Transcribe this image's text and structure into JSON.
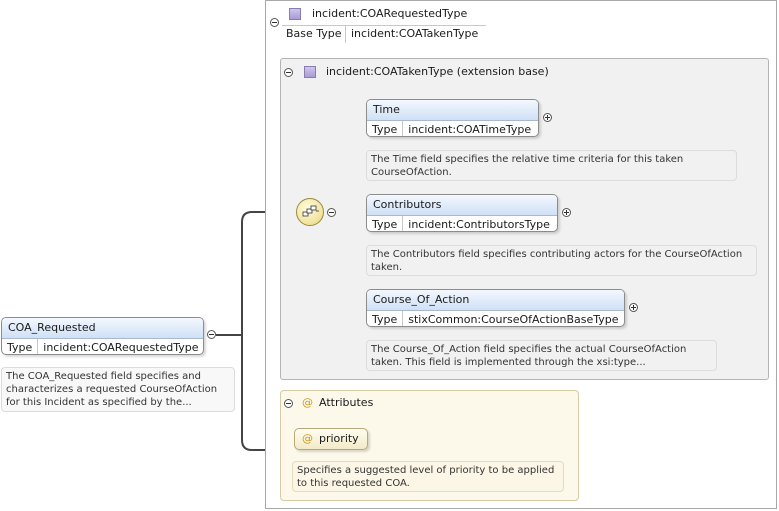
{
  "root_element": {
    "name": "COA_Requested",
    "type_key": "Type",
    "type_value": "incident:COARequestedType",
    "doc": "The COA_Requested field specifies and characterizes a requested CourseOfAction for this Incident as specified by the..."
  },
  "complex_type": {
    "name": "incident:COARequestedType",
    "base_key": "Base Type",
    "base_value": "incident:COATakenType"
  },
  "extension": {
    "title": "incident:COATakenType (extension base)"
  },
  "children": [
    {
      "name": "Time",
      "type_key": "Type",
      "type_value": "incident:COATimeType",
      "doc": "The Time field specifies the relative time criteria for this taken CourseOfAction."
    },
    {
      "name": "Contributors",
      "type_key": "Type",
      "type_value": "incident:ContributorsType",
      "doc": "The Contributors field specifies contributing actors for the CourseOfAction taken."
    },
    {
      "name": "Course_Of_Action",
      "type_key": "Type",
      "type_value": "stixCommon:CourseOfActionBaseType",
      "doc": "The Course_Of_Action field specifies the actual CourseOfAction taken. This field is implemented through the xsi:type..."
    }
  ],
  "attributes": {
    "title": "Attributes",
    "symbol": "@",
    "items": [
      {
        "name": "priority",
        "doc": "Specifies a suggested level of priority to be applied to this requested COA."
      }
    ]
  },
  "icons": {
    "collapse": "collapse-icon",
    "expand": "expand-icon",
    "complex_type": "complex-type-icon",
    "sequence": "sequence-compositor-icon"
  },
  "colors": {
    "element_header": "#cfe0f6",
    "doc_background": "#e7e3ef",
    "attribute_background": "#fcf8ea",
    "complex_type_icon": "#a99bd4"
  }
}
